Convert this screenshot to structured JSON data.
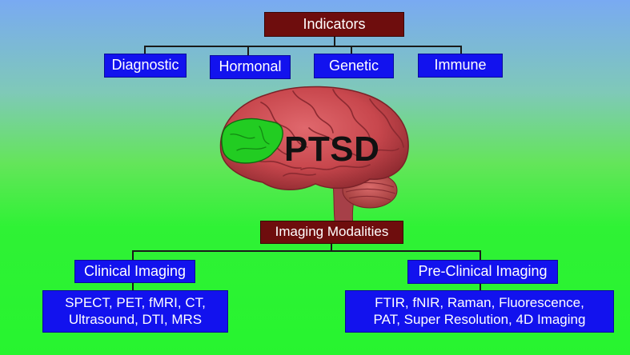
{
  "indicators": {
    "title": "Indicators",
    "items": [
      "Diagnostic",
      "Hormonal",
      "Genetic",
      "Immune"
    ]
  },
  "center_label": "PTSD",
  "imaging": {
    "title": "Imaging Modalities",
    "clinical": {
      "title": "Clinical Imaging",
      "methods_line1": "SPECT, PET, fMRI, CT,",
      "methods_line2": "Ultrasound, DTI, MRS"
    },
    "preclinical": {
      "title": "Pre-Clinical Imaging",
      "methods_line1": "FTIR, fNIR, Raman, Fluorescence,",
      "methods_line2": "PAT, Super Resolution, 4D Imaging"
    }
  },
  "colors": {
    "header_box": "#6e0d0d",
    "item_box": "#1212ee",
    "highlight_region": "#22cc22",
    "brain": "#c8474d"
  }
}
